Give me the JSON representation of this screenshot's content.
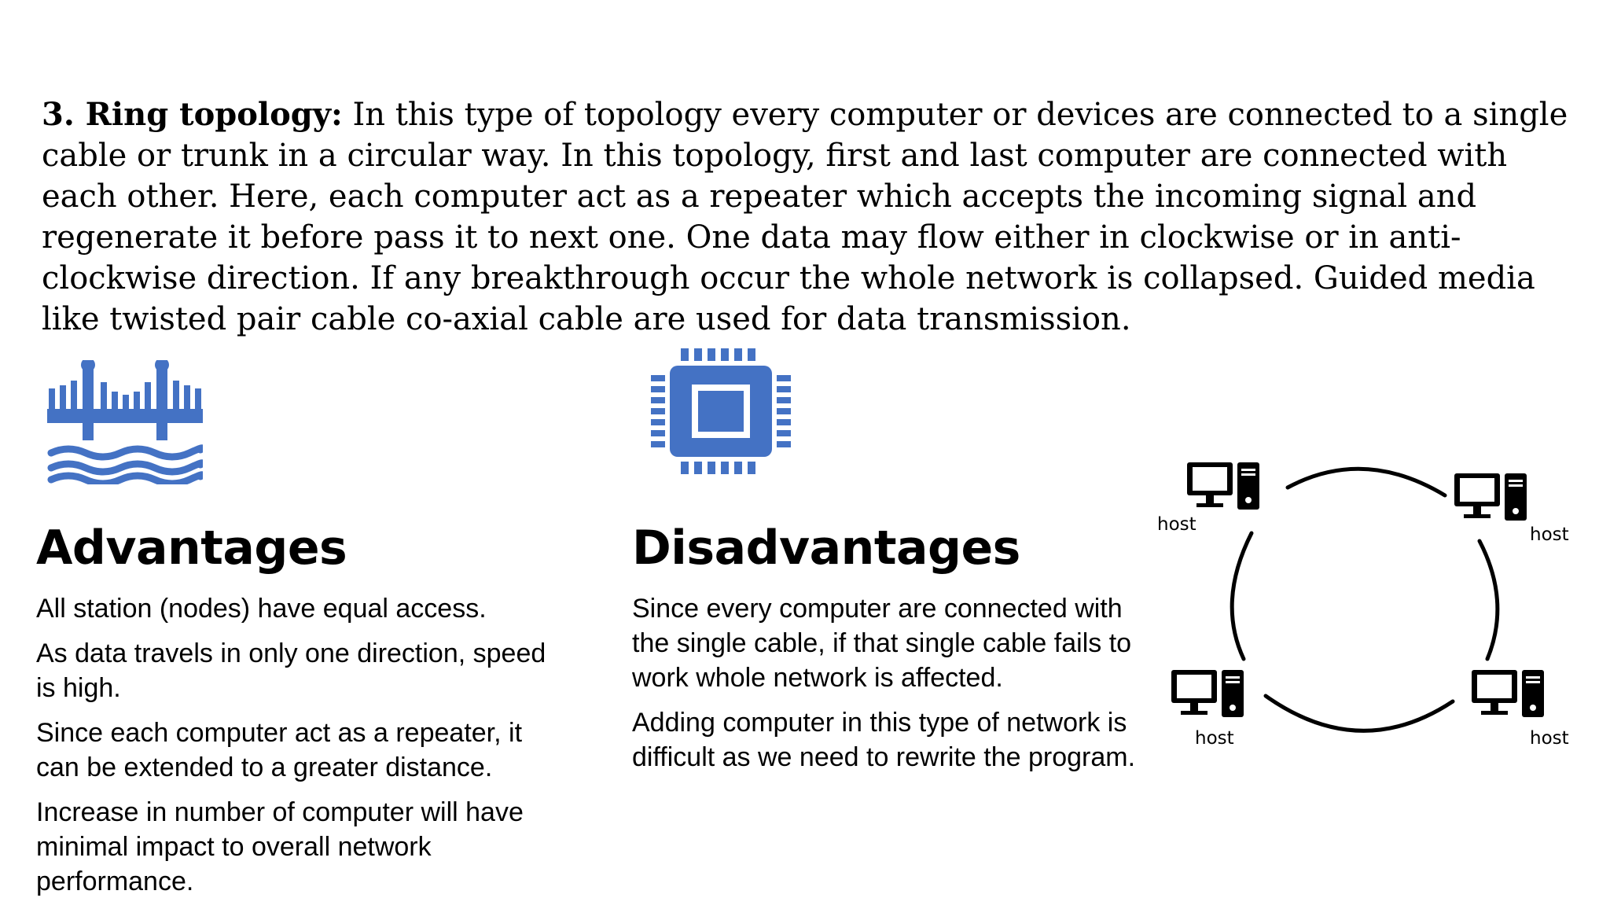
{
  "intro": {
    "label": "3. Ring topology:",
    "text": " In this type of topology every computer or devices are connected to a single cable or trunk in a circular way. In this topology, first and last computer are connected with each other. Here, each computer act as a repeater which accepts the incoming signal and regenerate it before pass it to next one. One data may flow either in clockwise or in anti-clockwise direction. If any breakthrough occur the whole network is collapsed. Guided media like twisted pair cable co-axial cable are used for data transmission."
  },
  "advantages": {
    "icon": "bridge-icon",
    "title": "Advantages",
    "items": [
      "All station (nodes) have equal access.",
      "As data travels in only one direction, speed is high.",
      "Since each computer act as a repeater, it can be extended to a greater distance.",
      "Increase in number of computer will have minimal impact to overall network performance."
    ]
  },
  "disadvantages": {
    "icon": "processor-chip-icon",
    "title": "Disadvantages",
    "items": [
      "Since every computer are connected with the single cable, if that single cable fails to work whole network is affected.",
      "Adding computer in this type of network is difficult as we need to rewrite the program."
    ]
  },
  "diagram": {
    "hosts": [
      "host",
      "host",
      "host",
      "host"
    ],
    "accent_color": "#4472C4"
  }
}
